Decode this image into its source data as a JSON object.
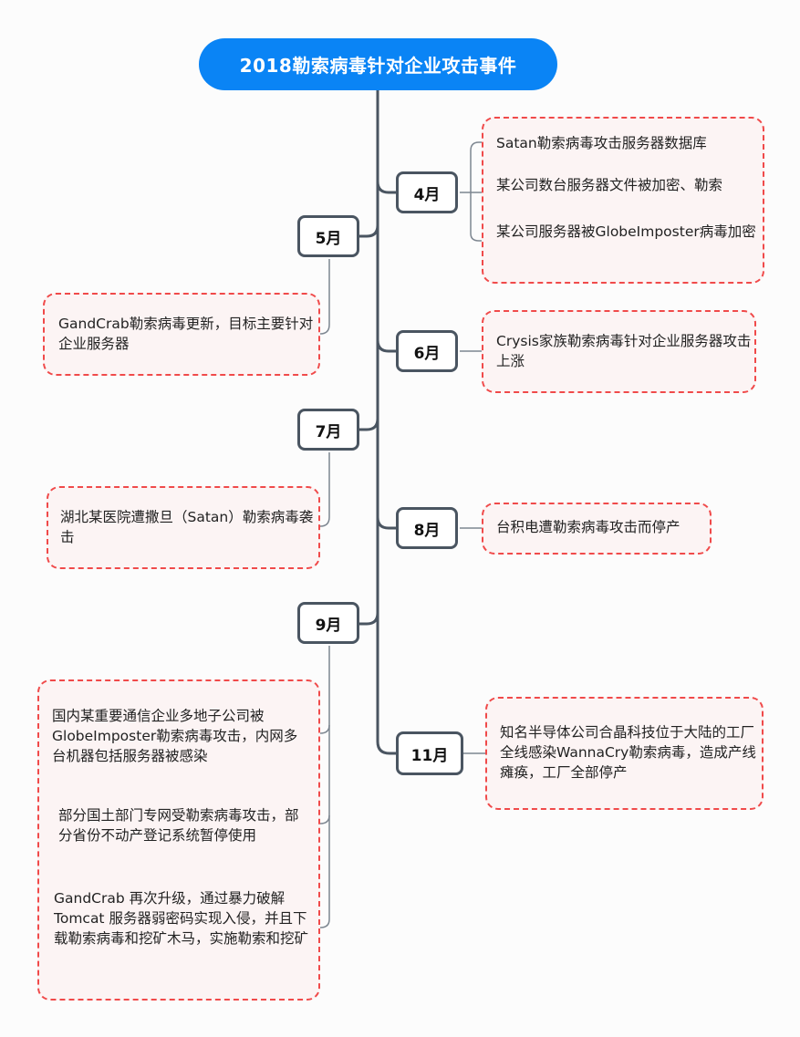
{
  "title": "2018勒索病毒针对企业攻击事件",
  "colors": {
    "title_bg": "#0a84f5",
    "node_border": "#4a5561",
    "box_border": "#f04a4a",
    "box_bg": "#fcf4f4"
  },
  "months": [
    {
      "label": "4月",
      "side": "right",
      "events": [
        "Satan勒索病毒攻击服务器数据库",
        "某公司数台服务器文件被加密、勒索",
        "某公司服务器被GlobeImposter病毒加密"
      ]
    },
    {
      "label": "5月",
      "side": "left",
      "events": [
        "GandCrab勒索病毒更新，目标主要针对企业服务器"
      ]
    },
    {
      "label": "6月",
      "side": "right",
      "events": [
        "Crysis家族勒索病毒针对企业服务器攻击上涨"
      ]
    },
    {
      "label": "7月",
      "side": "left",
      "events": [
        "湖北某医院遭撒旦（Satan）勒索病毒袭击"
      ]
    },
    {
      "label": "8月",
      "side": "right",
      "events": [
        "台积电遭勒索病毒攻击而停产"
      ]
    },
    {
      "label": "9月",
      "side": "left",
      "events": [
        "国内某重要通信企业多地子公司被GlobeImposter勒索病毒攻击，内网多台机器包括服务器被感染",
        "部分国土部门专网受勒索病毒攻击，部分省份不动产登记系统暂停使用",
        "GandCrab 再次升级，通过暴力破解Tomcat 服务器弱密码实现入侵，并且下载勒索病毒和挖矿木马，实施勒索和挖矿"
      ]
    },
    {
      "label": "11月",
      "side": "right",
      "events": [
        "知名半导体公司合晶科技位于大陆的工厂全线感染WannaCry勒索病毒，造成产线瘫痪，工厂全部停产"
      ]
    }
  ]
}
